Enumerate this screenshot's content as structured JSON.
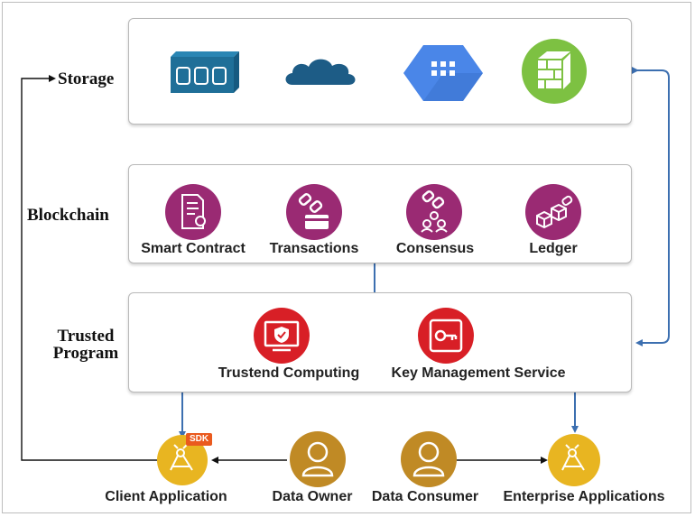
{
  "layers": {
    "storage": "Storage",
    "blockchain": "Blockchain",
    "trusted_line1": "Trusted",
    "trusted_line2": "Program"
  },
  "blockchain_items": {
    "smart_contract": "Smart Contract",
    "transactions": "Transactions",
    "consensus": "Consensus",
    "ledger": "Ledger"
  },
  "trusted_items": {
    "trusted_computing": "Trustend Computing",
    "key_management": "Key Management Service"
  },
  "actors": {
    "client_application": "Client Application",
    "sdk_badge": "SDK",
    "data_owner": "Data Owner",
    "data_consumer": "Data Consumer",
    "enterprise_applications": "Enterprise Applications"
  },
  "colors": {
    "magenta": "#9a2a73",
    "red": "#d81f26",
    "gold": "#e8b521",
    "brown": "#c08a25",
    "storage_blue": "#1f6f98",
    "cloud_blue": "#1d5c86",
    "hex_blue": "#4a86e8",
    "green": "#7dc142",
    "arrow_blue": "#3c6fb0"
  }
}
